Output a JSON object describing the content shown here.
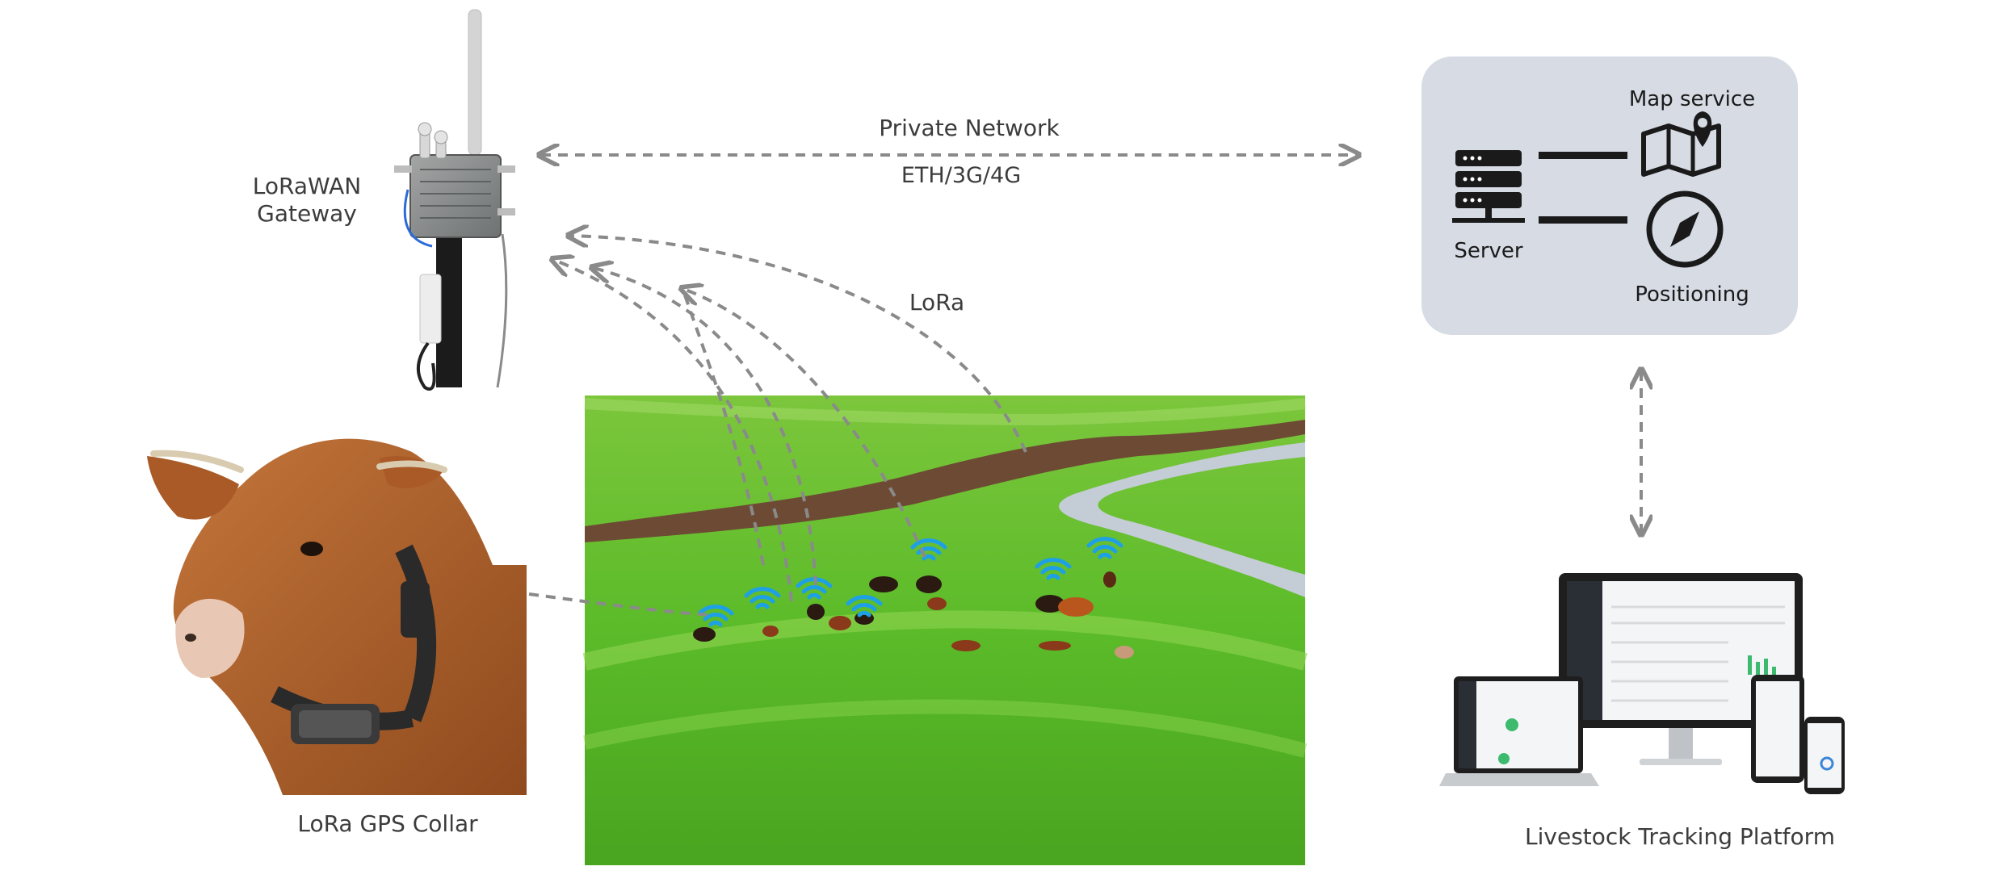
{
  "labels": {
    "gateway": "LoRaWAN\nGateway",
    "private_network": "Private Network",
    "eth": "ETH/3G/4G",
    "lora": "LoRa",
    "map_service": "Map service",
    "server": "Server",
    "positioning": "Positioning",
    "collar": "LoRa GPS Collar",
    "platform": "Livestock Tracking Platform"
  },
  "colors": {
    "arrow": "#8a8a8a",
    "wifi": "#1ea0e6",
    "panel": "#d6dbe4",
    "icon": "#1a1a1a",
    "grass": "#58b82a",
    "cow_brown": "#b0622a",
    "text": "#3c3c3c"
  },
  "icons": [
    "server-icon",
    "map-pin-icon",
    "compass-icon",
    "wifi-icon",
    "gateway-device",
    "cow",
    "devices"
  ]
}
